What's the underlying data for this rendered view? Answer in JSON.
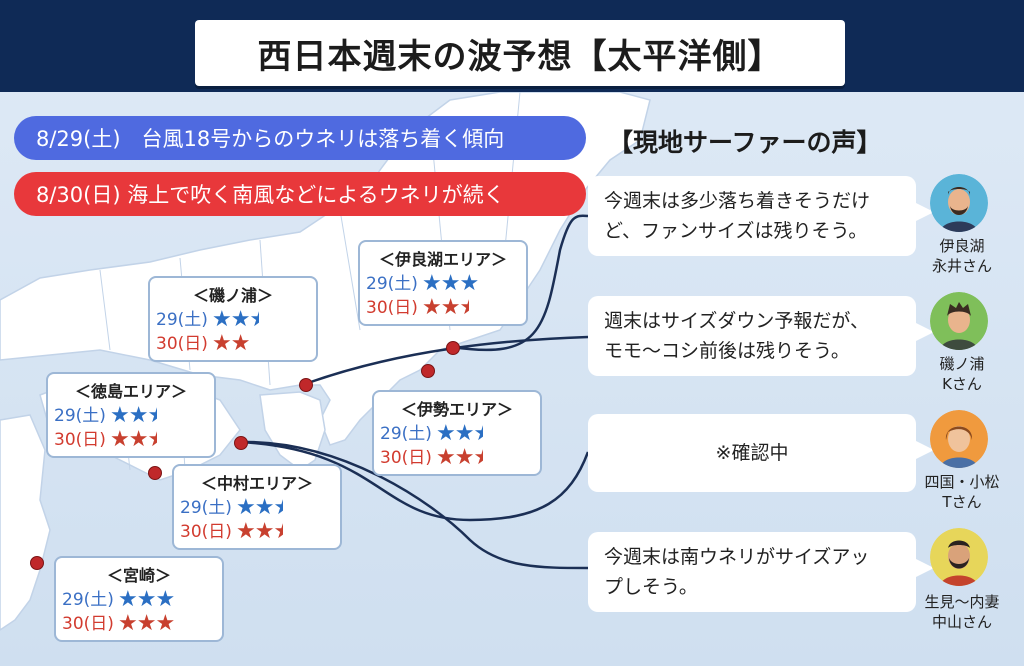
{
  "title": "西日本週末の波予想【太平洋側】",
  "forecast_days": [
    {
      "text": "8/29(土)　台風18号からのウネリは落ち着く傾向",
      "color": "#4f6ae0"
    },
    {
      "text": "8/30(日) 海上で吹く南風などによるウネリが続く",
      "color": "#e8383b"
    }
  ],
  "voices_title": "【現地サーファーの声】",
  "areas": [
    {
      "name": "＜伊良湖エリア＞",
      "sat_label": "29(土)",
      "sat_rating": 3,
      "sun_label": "30(日)",
      "sun_rating": 2.5
    },
    {
      "name": "＜磯ノ浦＞",
      "sat_label": "29(土)",
      "sat_rating": 2.5,
      "sun_label": "30(日)",
      "sun_rating": 2
    },
    {
      "name": "＜徳島エリア＞",
      "sat_label": "29(土)",
      "sat_rating": 2.5,
      "sun_label": "30(日)",
      "sun_rating": 2.5
    },
    {
      "name": "＜伊勢エリア＞",
      "sat_label": "29(土)",
      "sat_rating": 2.5,
      "sun_label": "30(日)",
      "sun_rating": 2.5
    },
    {
      "name": "＜中村エリア＞",
      "sat_label": "29(土)",
      "sat_rating": 2.5,
      "sun_label": "30(日)",
      "sun_rating": 2.5
    },
    {
      "name": "＜宮崎＞",
      "sat_label": "29(土)",
      "sat_rating": 3,
      "sun_label": "30(日)",
      "sun_rating": 3
    }
  ],
  "surfers": [
    {
      "comment_line1": "今週末は多少落ち着きそうだけ",
      "comment_line2": "ど、ファンサイズは残りそう。",
      "name_line1": "伊良湖",
      "name_line2": "永井さん",
      "avatar_color": "#5ab4d8"
    },
    {
      "comment_line1": "週末はサイズダウン予報だが、",
      "comment_line2": "モモ〜コシ前後は残りそう。",
      "name_line1": "磯ノ浦",
      "name_line2": "Kさん",
      "avatar_color": "#7fbf5a"
    },
    {
      "comment_line1": "※確認中",
      "comment_line2": "",
      "name_line1": "四国・小松",
      "name_line2": "Tさん",
      "avatar_color": "#f09a3e"
    },
    {
      "comment_line1": "今週末は南ウネリがサイズアッ",
      "comment_line2": "プしそう。",
      "name_line1": "生見〜内妻",
      "name_line2": "中山さん",
      "avatar_color": "#e7d65a"
    }
  ]
}
